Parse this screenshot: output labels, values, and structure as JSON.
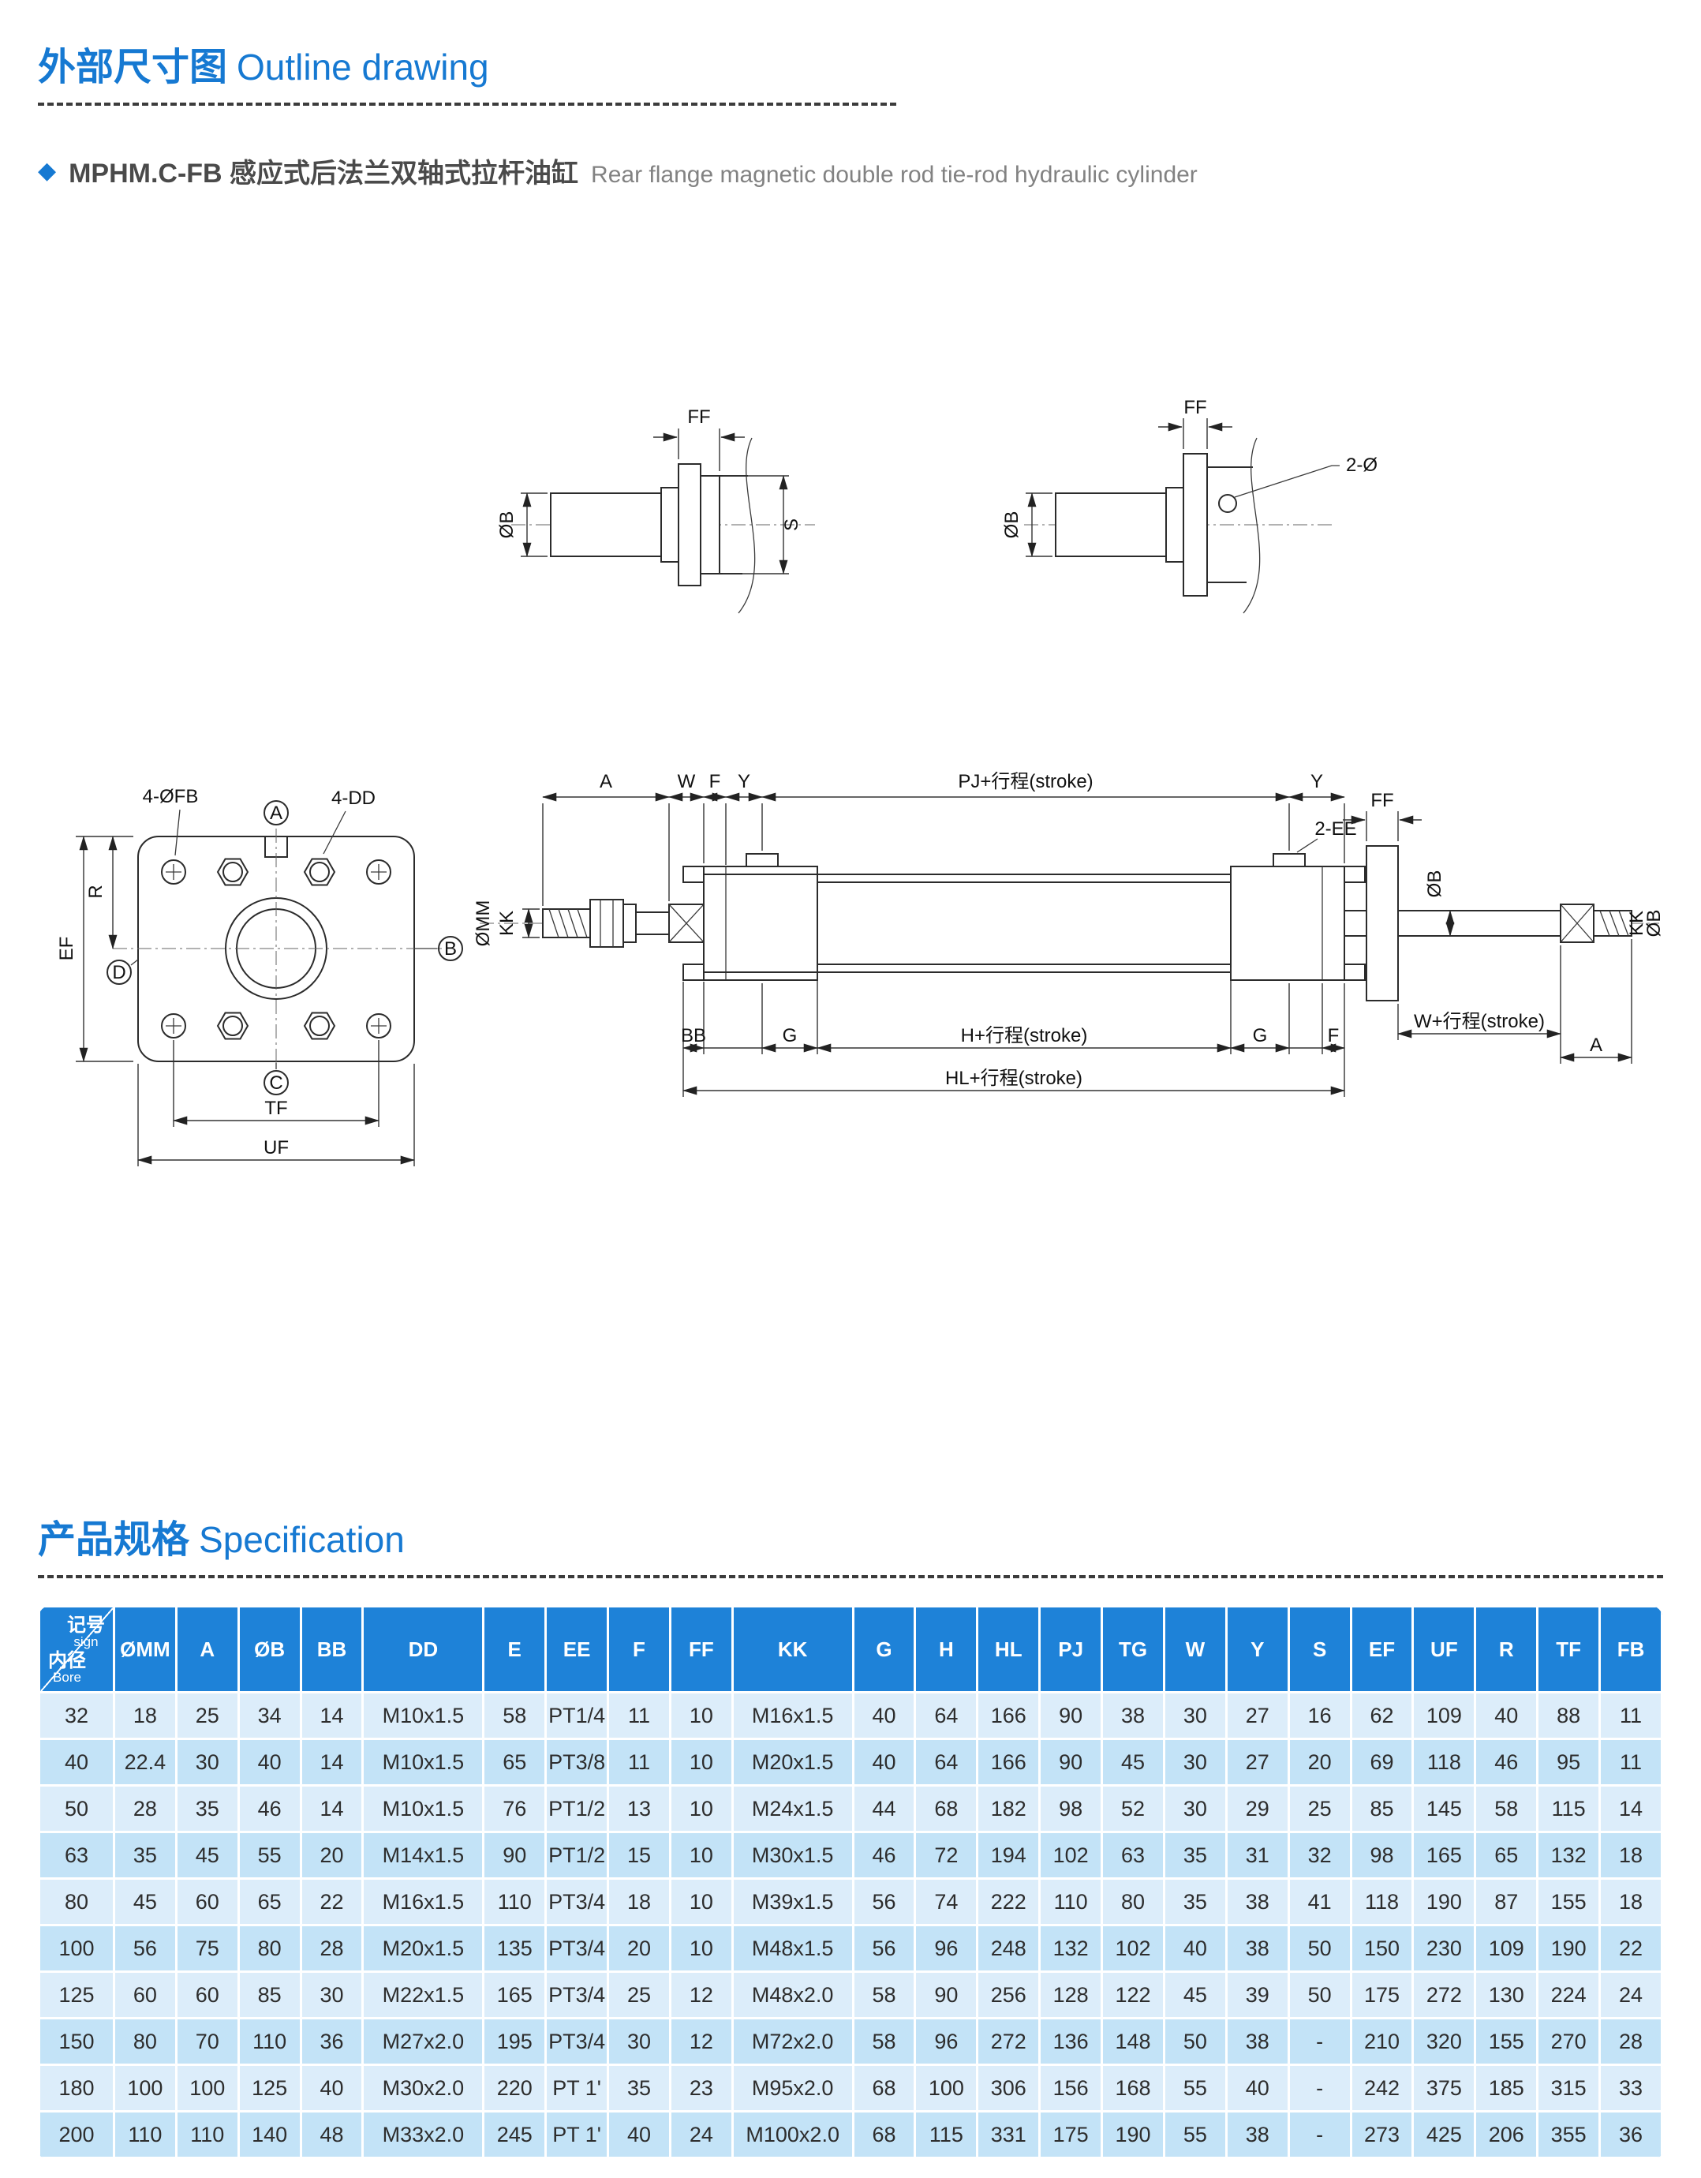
{
  "colors": {
    "accent": "#1679d2",
    "table_header_bg": "#1e82d8",
    "row_light": "#dcedfa",
    "row_dark": "#c3e3f7"
  },
  "header": {
    "bullet": "◆",
    "title_zh": "外部尺寸图",
    "title_en": "Outline drawing",
    "product_zh": "MPHM.C-FB 感应式后法兰双轴式拉杆油缸",
    "product_en": "Rear flange magnetic double rod tie-rod hydraulic cylinder"
  },
  "spec": {
    "title_zh": "产品规格",
    "title_en": "Specification"
  },
  "labels": {
    "ff": "FF",
    "ob": "ØB",
    "s": "S",
    "two_o": "2-Ø",
    "four_ofb": "4-ØFB",
    "four_dd": "4-DD",
    "a": "A",
    "b": "B",
    "c": "C",
    "d": "D",
    "ef": "EF",
    "r": "R",
    "tf": "TF",
    "uf": "UF",
    "w": "W",
    "f": "F",
    "y": "Y",
    "pj_stroke": "PJ+行程(stroke)",
    "two_ee": "2-EE",
    "omm": "ØMM",
    "kk": "KK",
    "bb": "BB",
    "g": "G",
    "h_stroke": "H+行程(stroke)",
    "hl_stroke": "HL+行程(stroke)",
    "w_stroke": "W+行程(stroke)"
  },
  "table": {
    "corner": {
      "zh_top": "记号",
      "en_top": "sign",
      "zh_bottom": "内径",
      "en_bottom": "Bore"
    },
    "columns": [
      "ØMM",
      "A",
      "ØB",
      "BB",
      "DD",
      "E",
      "EE",
      "F",
      "FF",
      "KK",
      "G",
      "H",
      "HL",
      "PJ",
      "TG",
      "W",
      "Y",
      "S",
      "EF",
      "UF",
      "R",
      "TF",
      "FB"
    ],
    "rows": [
      {
        "bore": "32",
        "values": [
          "18",
          "25",
          "34",
          "14",
          "M10x1.5",
          "58",
          "PT1/4",
          "11",
          "10",
          "M16x1.5",
          "40",
          "64",
          "166",
          "90",
          "38",
          "30",
          "27",
          "16",
          "62",
          "109",
          "40",
          "88",
          "11"
        ]
      },
      {
        "bore": "40",
        "values": [
          "22.4",
          "30",
          "40",
          "14",
          "M10x1.5",
          "65",
          "PT3/8",
          "11",
          "10",
          "M20x1.5",
          "40",
          "64",
          "166",
          "90",
          "45",
          "30",
          "27",
          "20",
          "69",
          "118",
          "46",
          "95",
          "11"
        ]
      },
      {
        "bore": "50",
        "values": [
          "28",
          "35",
          "46",
          "14",
          "M10x1.5",
          "76",
          "PT1/2",
          "13",
          "10",
          "M24x1.5",
          "44",
          "68",
          "182",
          "98",
          "52",
          "30",
          "29",
          "25",
          "85",
          "145",
          "58",
          "115",
          "14"
        ]
      },
      {
        "bore": "63",
        "values": [
          "35",
          "45",
          "55",
          "20",
          "M14x1.5",
          "90",
          "PT1/2",
          "15",
          "10",
          "M30x1.5",
          "46",
          "72",
          "194",
          "102",
          "63",
          "35",
          "31",
          "32",
          "98",
          "165",
          "65",
          "132",
          "18"
        ]
      },
      {
        "bore": "80",
        "values": [
          "45",
          "60",
          "65",
          "22",
          "M16x1.5",
          "110",
          "PT3/4",
          "18",
          "10",
          "M39x1.5",
          "56",
          "74",
          "222",
          "110",
          "80",
          "35",
          "38",
          "41",
          "118",
          "190",
          "87",
          "155",
          "18"
        ]
      },
      {
        "bore": "100",
        "values": [
          "56",
          "75",
          "80",
          "28",
          "M20x1.5",
          "135",
          "PT3/4",
          "20",
          "10",
          "M48x1.5",
          "56",
          "96",
          "248",
          "132",
          "102",
          "40",
          "38",
          "50",
          "150",
          "230",
          "109",
          "190",
          "22"
        ]
      },
      {
        "bore": "125",
        "values": [
          "60",
          "60",
          "85",
          "30",
          "M22x1.5",
          "165",
          "PT3/4",
          "25",
          "12",
          "M48x2.0",
          "58",
          "90",
          "256",
          "128",
          "122",
          "45",
          "39",
          "50",
          "175",
          "272",
          "130",
          "224",
          "24"
        ]
      },
      {
        "bore": "150",
        "values": [
          "80",
          "70",
          "110",
          "36",
          "M27x2.0",
          "195",
          "PT3/4",
          "30",
          "12",
          "M72x2.0",
          "58",
          "96",
          "272",
          "136",
          "148",
          "50",
          "38",
          "-",
          "210",
          "320",
          "155",
          "270",
          "28"
        ]
      },
      {
        "bore": "180",
        "values": [
          "100",
          "100",
          "125",
          "40",
          "M30x2.0",
          "220",
          "PT 1'",
          "35",
          "23",
          "M95x2.0",
          "68",
          "100",
          "306",
          "156",
          "168",
          "55",
          "40",
          "-",
          "242",
          "375",
          "185",
          "315",
          "33"
        ]
      },
      {
        "bore": "200",
        "values": [
          "110",
          "110",
          "140",
          "48",
          "M33x2.0",
          "245",
          "PT 1'",
          "40",
          "24",
          "M100x2.0",
          "68",
          "115",
          "331",
          "175",
          "190",
          "55",
          "38",
          "-",
          "273",
          "425",
          "206",
          "355",
          "36"
        ]
      }
    ]
  }
}
